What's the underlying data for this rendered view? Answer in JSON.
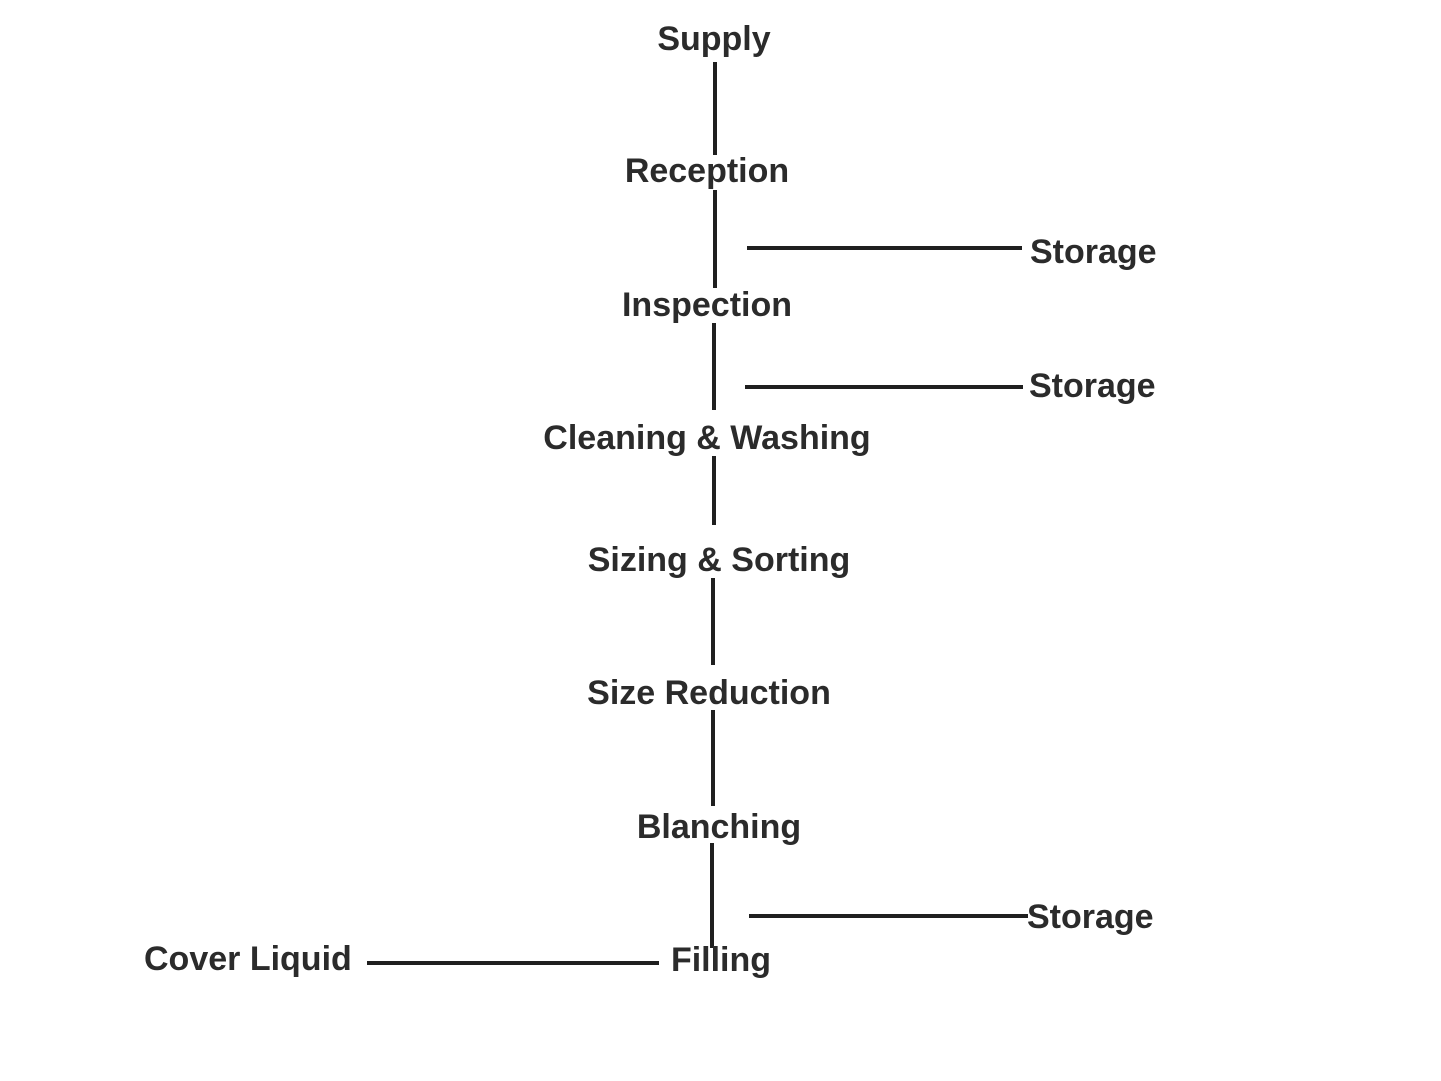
{
  "diagram": {
    "steps": [
      {
        "id": "supply",
        "label": "Supply"
      },
      {
        "id": "reception",
        "label": "Reception"
      },
      {
        "id": "inspection",
        "label": "Inspection"
      },
      {
        "id": "cleaning",
        "label": "Cleaning & Washing"
      },
      {
        "id": "sizing",
        "label": "Sizing & Sorting"
      },
      {
        "id": "size_reduction",
        "label": "Size Reduction"
      },
      {
        "id": "blanching",
        "label": "Blanching"
      },
      {
        "id": "filling",
        "label": "Filling"
      }
    ],
    "side_branches": [
      {
        "id": "storage_1",
        "label": "Storage",
        "between": [
          "reception",
          "inspection"
        ]
      },
      {
        "id": "storage_2",
        "label": "Storage",
        "between": [
          "inspection",
          "cleaning"
        ]
      },
      {
        "id": "storage_3",
        "label": "Storage",
        "between": [
          "blanching",
          "filling"
        ]
      }
    ],
    "inputs": [
      {
        "id": "cover_liquid",
        "label": "Cover Liquid",
        "to": "filling"
      }
    ],
    "colors": {
      "text": "#2b2b2b",
      "line": "#1f1f1f",
      "background": "#ffffff"
    }
  }
}
